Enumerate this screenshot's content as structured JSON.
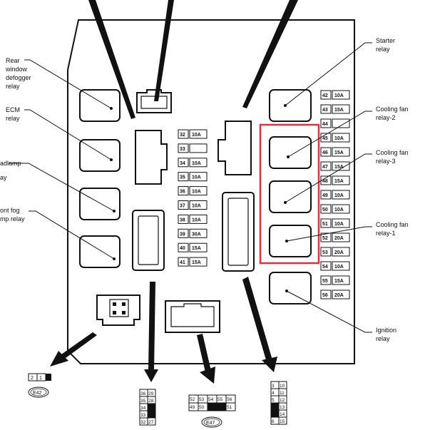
{
  "relay_labels": {
    "rear_window_defogger": [
      "Rear",
      "window",
      "defogger",
      "relay"
    ],
    "ecm": [
      "ECM",
      "relay"
    ],
    "headlamp": [
      "adlamp",
      "ay"
    ],
    "front_fog_lamp": [
      "ont fog",
      "mp relay"
    ],
    "starter": [
      "Starter",
      "relay"
    ],
    "cooling_fan_2": [
      "Cooling fan",
      "relay-2"
    ],
    "cooling_fan_3": [
      "Cooling fan",
      "relay-3"
    ],
    "cooling_fan_1": [
      "Cooling fan",
      "relay-1"
    ],
    "ignition": [
      "Ignition",
      "relay"
    ]
  },
  "middle_fuses": [
    {
      "num": "32",
      "amp": "10A"
    },
    {
      "num": "33",
      "amp": ""
    },
    {
      "num": "34",
      "amp": "10A"
    },
    {
      "num": "35",
      "amp": "10A"
    },
    {
      "num": "36",
      "amp": "10A"
    },
    {
      "num": "37",
      "amp": "10A"
    },
    {
      "num": "38",
      "amp": "10A"
    },
    {
      "num": "39",
      "amp": "30A"
    },
    {
      "num": "40",
      "amp": "15A"
    },
    {
      "num": "41",
      "amp": "15A"
    }
  ],
  "right_fuses": [
    {
      "num": "42",
      "amp": "10A"
    },
    {
      "num": "43",
      "amp": "15A"
    },
    {
      "num": "44",
      "amp": ""
    },
    {
      "num": "45",
      "amp": "10A"
    },
    {
      "num": "46",
      "amp": "15A"
    },
    {
      "num": "47",
      "amp": "15A"
    },
    {
      "num": "48",
      "amp": "15A"
    },
    {
      "num": "49",
      "amp": "10A"
    },
    {
      "num": "50",
      "amp": "10A"
    },
    {
      "num": "51",
      "amp": "10A"
    },
    {
      "num": "52",
      "amp": "20A"
    },
    {
      "num": "53",
      "amp": "20A"
    },
    {
      "num": "54",
      "amp": "10A"
    },
    {
      "num": "55",
      "amp": "15A"
    },
    {
      "num": "56",
      "amp": "20A"
    }
  ],
  "connectors": {
    "e42": {
      "label": "E42",
      "pins": [
        "2",
        "1"
      ]
    },
    "e47": {
      "label": "E47",
      "pins_top": [
        "52",
        "53",
        "54",
        "55",
        "56"
      ],
      "pins_bottom": [
        "49",
        "50",
        "",
        "51"
      ]
    },
    "left_lower": {
      "pins": [
        [
          "36",
          "29"
        ],
        [
          "35",
          "28"
        ],
        [
          "34",
          ""
        ],
        [
          "33",
          ""
        ],
        [
          "32",
          "27"
        ]
      ]
    },
    "right_lower": {
      "pins": [
        [
          "3",
          "10"
        ],
        [
          "4",
          "11"
        ],
        [
          "5",
          "12"
        ],
        [
          "",
          "13"
        ],
        [
          "",
          "14"
        ],
        [
          "6",
          "15"
        ]
      ]
    }
  },
  "colors": {
    "line": "#111111",
    "highlight": "#e0313a",
    "background": "#ffffff"
  }
}
